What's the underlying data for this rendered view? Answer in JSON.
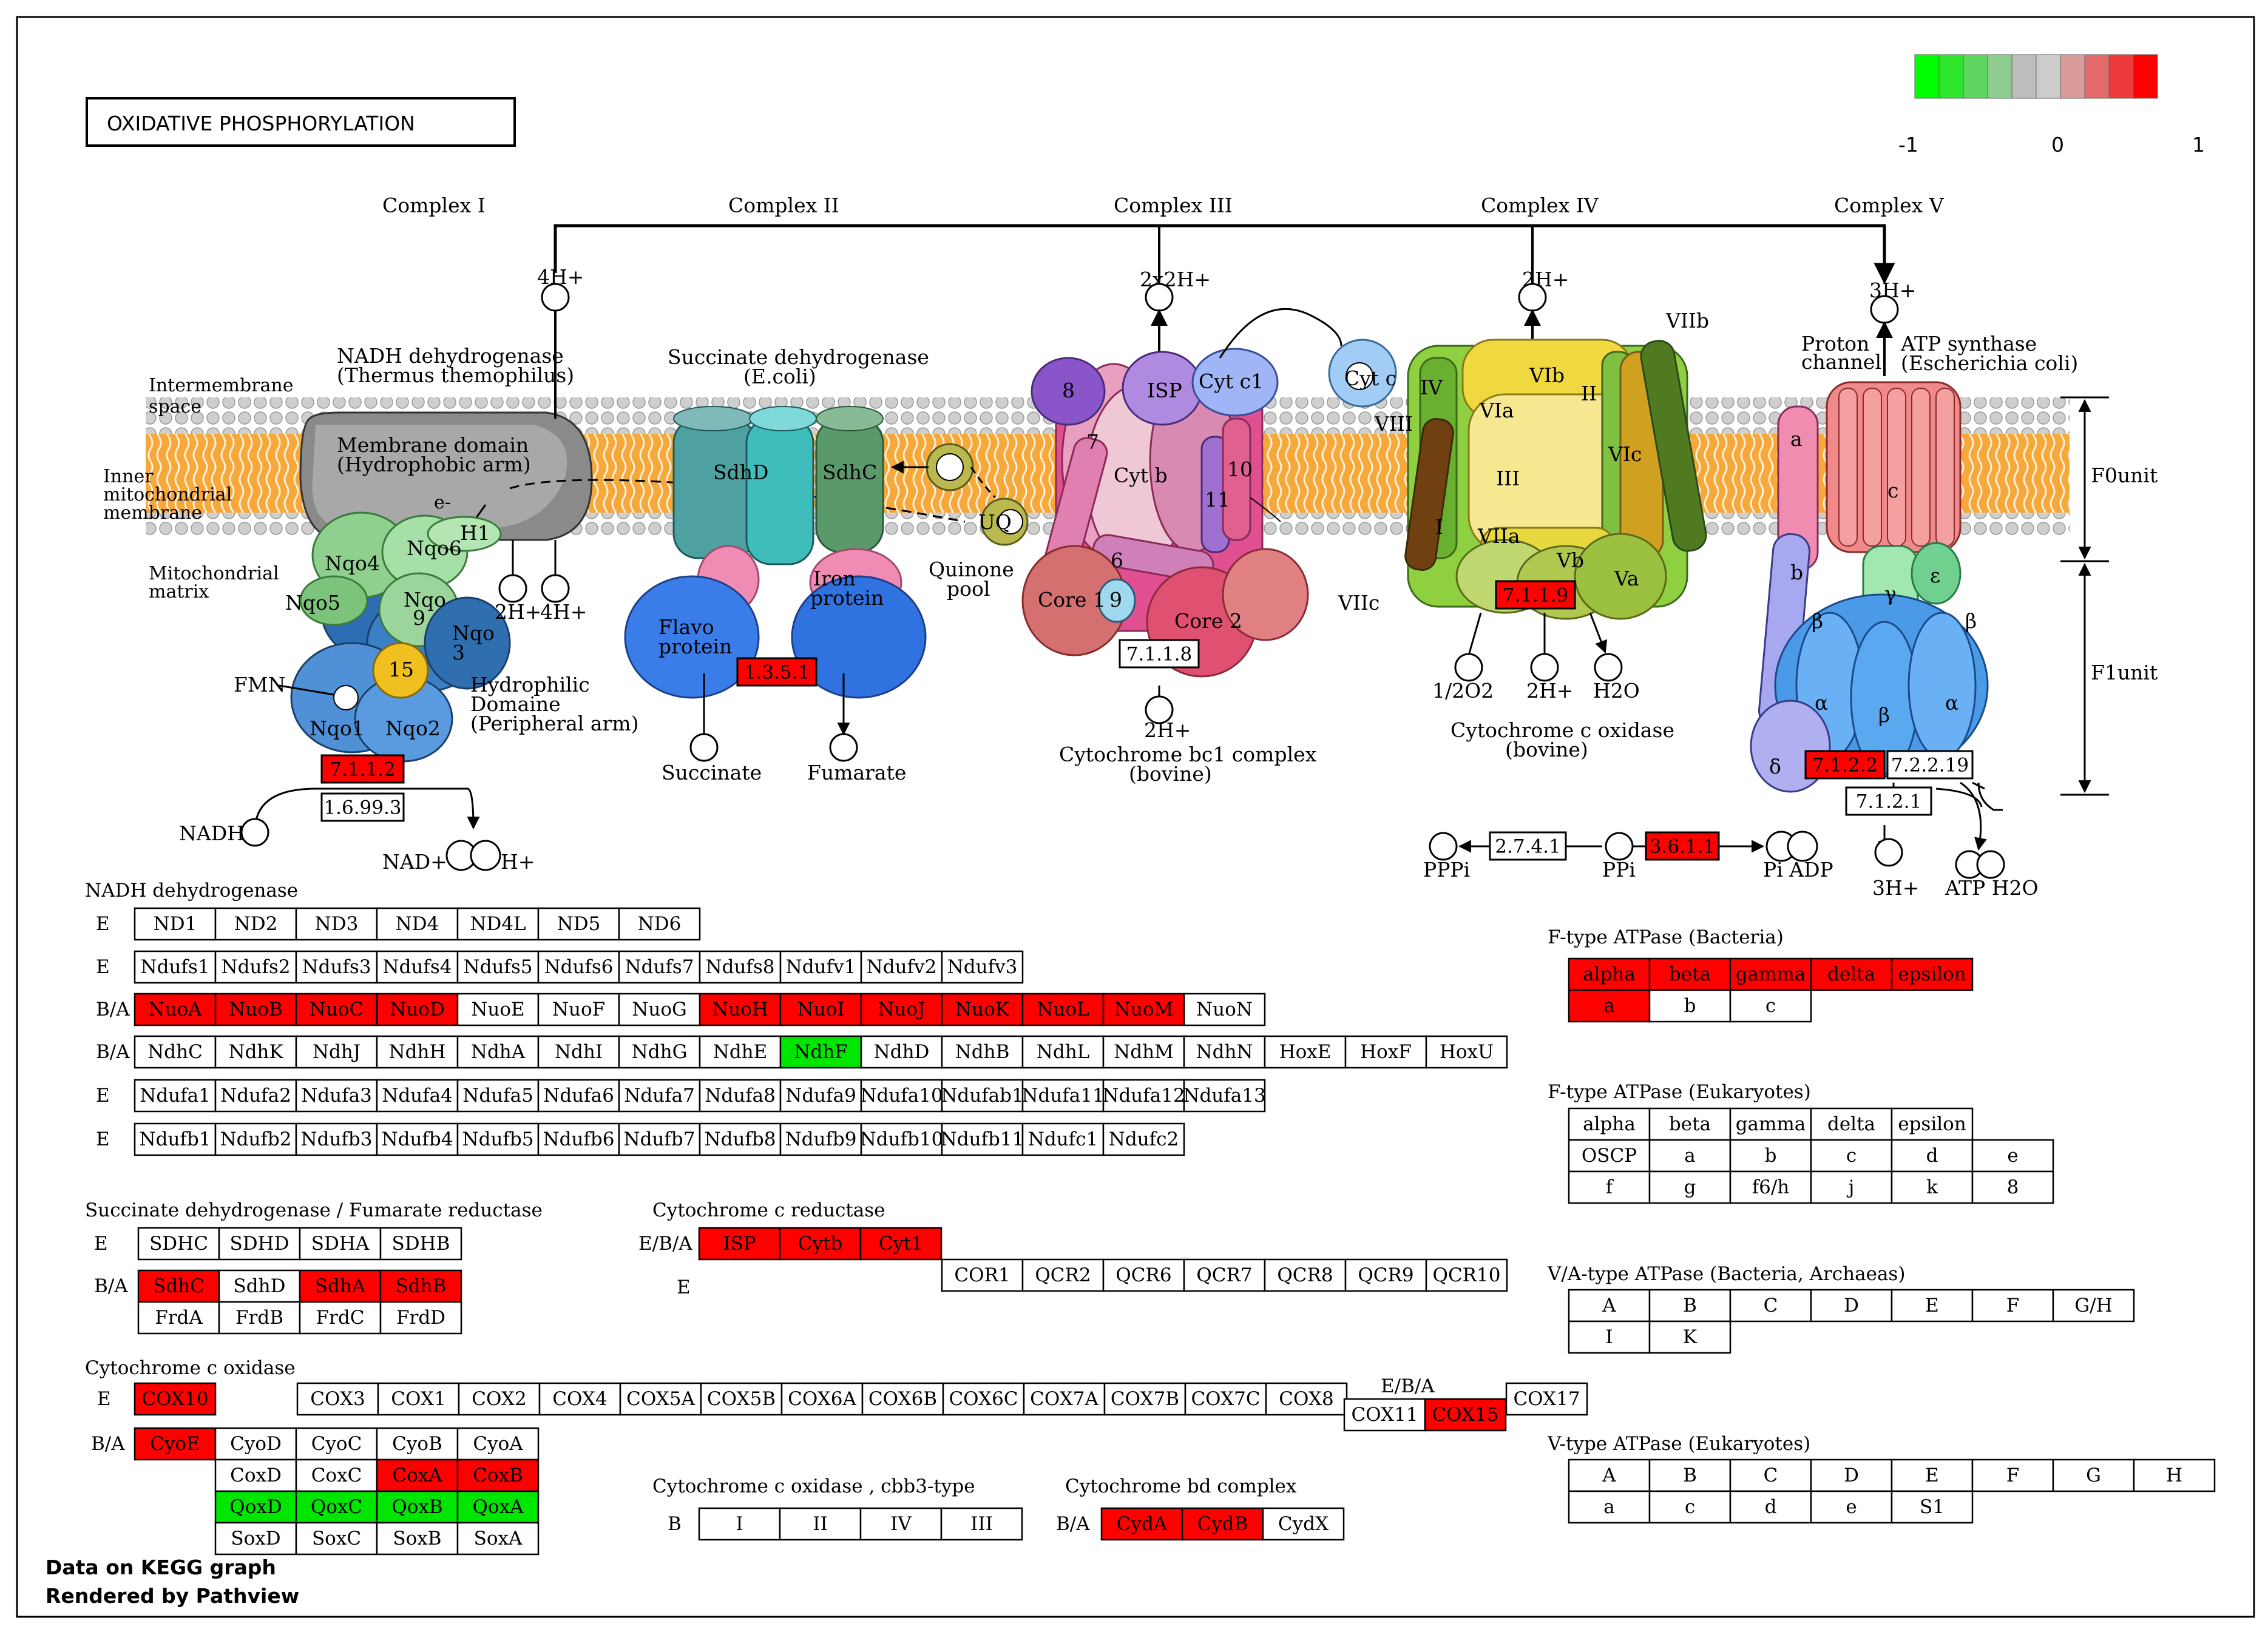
{
  "title": "OXIDATIVE PHOSPHORYLATION",
  "legend": {
    "min": "-1",
    "mid": "0",
    "max": "1",
    "colors": [
      "#00ff00",
      "#2ee62e",
      "#5fd65f",
      "#8fcc8f",
      "#bdbdbd",
      "#cccccc",
      "#d99a9a",
      "#e36b6b",
      "#ee3a3a",
      "#ff0000"
    ]
  },
  "colors": {
    "up": "#ff0000",
    "down": "#00e600",
    "none": "#ffffff",
    "membrane": "#f5a236",
    "lipid": "#c8c8c8"
  },
  "complexes": {
    "c1": "Complex I",
    "c2": "Complex II",
    "c3": "Complex III",
    "c4": "Complex IV",
    "c5": "Complex V"
  },
  "membrane_labels": {
    "inter": "Intermembrane\nspace",
    "inner": "Inner\nmitochondrial\nmembrane",
    "matrix": "Mitochondrial\nmatrix"
  },
  "c1_labels": {
    "name": "NADH dehydrogenase\n(Thermus themophilus)",
    "membrane_domain": "Membrane domain\n(Hydrophobic arm)",
    "hydrophilic": "Hydrophilic\nDomaine\n(Peripheral arm)",
    "e": "e-",
    "h1": "H1",
    "fmn": "FMN",
    "subunits": [
      "Nqo4",
      "Nqo6",
      "Nqo5",
      "Nqo\n9",
      "Nqo\n3",
      "15",
      "Nqo1",
      "Nqo2"
    ],
    "h_out": "4H+",
    "h_in1": "2H+",
    "h_in2": "4H+",
    "nadh": "NADH",
    "nad": "NAD+",
    "h": "H+"
  },
  "c2_labels": {
    "name": "Succinate dehydrogenase\n(E.coli)",
    "sdhd": "SdhD",
    "sdhc": "SdhC",
    "flavo": "Flavo\nprotein",
    "iron": "Iron\nprotein",
    "quinone": "Quinone\npool",
    "uq": "UQ",
    "succinate": "Succinate",
    "fumarate": "Fumarate"
  },
  "c3_labels": {
    "name": "Cytochrome bc1 complex\n(bovine)",
    "h_out": "2x2H+",
    "h_in": "2H+",
    "subunits": [
      "8",
      "ISP",
      "Cyt c1",
      "7",
      "Cyt b",
      "10",
      "11",
      "6",
      "9",
      "Core 1",
      "Core 2"
    ],
    "cytc": "Cyt c"
  },
  "c4_labels": {
    "name": "Cytochrome c oxidase\n(bovine)",
    "h_out": "2H+",
    "subunits": [
      "IV",
      "VIb",
      "VIIb",
      "VIII",
      "VIa",
      "II",
      "III",
      "VIc",
      "VIIa",
      "Vb",
      "Va",
      "I",
      "VIIc"
    ],
    "o2": "1/2O2",
    "h_in": "2H+",
    "h2o": "H2O"
  },
  "c5_labels": {
    "name": "ATP synthase\n(Escherichia coli)",
    "proton": "Proton\nchannel",
    "h_out": "3H+",
    "f0": "F0unit",
    "f1": "F1unit",
    "subunits": [
      "a",
      "c",
      "b",
      "γ",
      "ε",
      "β",
      "α",
      "β",
      "α",
      "δ"
    ],
    "pppi": "PPPi",
    "ppi": "PPi",
    "pi_adp": "Pi ADP",
    "h_in": "3H+",
    "atp_h2o": "ATP H2O"
  },
  "ec_boxes": [
    {
      "label": "7.1.1.2",
      "state": "up"
    },
    {
      "label": "1.6.99.3",
      "state": "none"
    },
    {
      "label": "1.3.5.1",
      "state": "up"
    },
    {
      "label": "7.1.1.8",
      "state": "none"
    },
    {
      "label": "7.1.1.9",
      "state": "up"
    },
    {
      "label": "7.1.2.2",
      "state": "up"
    },
    {
      "label": "7.2.2.19",
      "state": "none"
    },
    {
      "label": "7.1.2.1",
      "state": "none"
    },
    {
      "label": "2.7.4.1",
      "state": "none"
    },
    {
      "label": "3.6.1.1",
      "state": "up"
    }
  ],
  "tables": {
    "nadh": {
      "title": "NADH dehydrogenase",
      "rows": [
        {
          "tag": "E",
          "cells": [
            [
              "ND1",
              "n"
            ],
            [
              "ND2",
              "n"
            ],
            [
              "ND3",
              "n"
            ],
            [
              "ND4",
              "n"
            ],
            [
              "ND4L",
              "n"
            ],
            [
              "ND5",
              "n"
            ],
            [
              "ND6",
              "n"
            ]
          ]
        },
        {
          "tag": "E",
          "cells": [
            [
              "Ndufs1",
              "n"
            ],
            [
              "Ndufs2",
              "n"
            ],
            [
              "Ndufs3",
              "n"
            ],
            [
              "Ndufs4",
              "n"
            ],
            [
              "Ndufs5",
              "n"
            ],
            [
              "Ndufs6",
              "n"
            ],
            [
              "Ndufs7",
              "n"
            ],
            [
              "Ndufs8",
              "n"
            ],
            [
              "Ndufv1",
              "n"
            ],
            [
              "Ndufv2",
              "n"
            ],
            [
              "Ndufv3",
              "n"
            ]
          ]
        },
        {
          "tag": "B/A",
          "cells": [
            [
              "NuoA",
              "u"
            ],
            [
              "NuoB",
              "u"
            ],
            [
              "NuoC",
              "u"
            ],
            [
              "NuoD",
              "u"
            ],
            [
              "NuoE",
              "n"
            ],
            [
              "NuoF",
              "n"
            ],
            [
              "NuoG",
              "n"
            ],
            [
              "NuoH",
              "u"
            ],
            [
              "NuoI",
              "u"
            ],
            [
              "NuoJ",
              "u"
            ],
            [
              "NuoK",
              "u"
            ],
            [
              "NuoL",
              "u"
            ],
            [
              "NuoM",
              "u"
            ],
            [
              "NuoN",
              "n"
            ]
          ]
        },
        {
          "tag": "B/A",
          "cells": [
            [
              "NdhC",
              "n"
            ],
            [
              "NdhK",
              "n"
            ],
            [
              "NdhJ",
              "n"
            ],
            [
              "NdhH",
              "n"
            ],
            [
              "NdhA",
              "n"
            ],
            [
              "NdhI",
              "n"
            ],
            [
              "NdhG",
              "n"
            ],
            [
              "NdhE",
              "n"
            ],
            [
              "NdhF",
              "d"
            ],
            [
              "NdhD",
              "n"
            ],
            [
              "NdhB",
              "n"
            ],
            [
              "NdhL",
              "n"
            ],
            [
              "NdhM",
              "n"
            ],
            [
              "NdhN",
              "n"
            ],
            [
              "HoxE",
              "n"
            ],
            [
              "HoxF",
              "n"
            ],
            [
              "HoxU",
              "n"
            ]
          ]
        },
        {
          "tag": "E",
          "cells": [
            [
              "Ndufa1",
              "n"
            ],
            [
              "Ndufa2",
              "n"
            ],
            [
              "Ndufa3",
              "n"
            ],
            [
              "Ndufa4",
              "n"
            ],
            [
              "Ndufa5",
              "n"
            ],
            [
              "Ndufa6",
              "n"
            ],
            [
              "Ndufa7",
              "n"
            ],
            [
              "Ndufa8",
              "n"
            ],
            [
              "Ndufa9",
              "n"
            ],
            [
              "Ndufa10",
              "n"
            ],
            [
              "Ndufab1",
              "n"
            ],
            [
              "Ndufa11",
              "n"
            ],
            [
              "Ndufa12",
              "n"
            ],
            [
              "Ndufa13",
              "n"
            ]
          ]
        },
        {
          "tag": "E",
          "cells": [
            [
              "Ndufb1",
              "n"
            ],
            [
              "Ndufb2",
              "n"
            ],
            [
              "Ndufb3",
              "n"
            ],
            [
              "Ndufb4",
              "n"
            ],
            [
              "Ndufb5",
              "n"
            ],
            [
              "Ndufb6",
              "n"
            ],
            [
              "Ndufb7",
              "n"
            ],
            [
              "Ndufb8",
              "n"
            ],
            [
              "Ndufb9",
              "n"
            ],
            [
              "Ndufb10",
              "n"
            ],
            [
              "Ndufb11",
              "n"
            ],
            [
              "Ndufc1",
              "n"
            ],
            [
              "Ndufc2",
              "n"
            ]
          ]
        }
      ]
    },
    "sdh": {
      "title": "Succinate dehydrogenase / Fumarate reductase",
      "rows": [
        {
          "tag": "E",
          "cells": [
            [
              "SDHC",
              "n"
            ],
            [
              "SDHD",
              "n"
            ],
            [
              "SDHA",
              "n"
            ],
            [
              "SDHB",
              "n"
            ]
          ]
        },
        {
          "tag": "B/A",
          "cells": [
            [
              "SdhC",
              "u"
            ],
            [
              "SdhD",
              "n"
            ],
            [
              "SdhA",
              "u"
            ],
            [
              "SdhB",
              "u"
            ]
          ]
        },
        {
          "tag": "",
          "cells": [
            [
              "FrdA",
              "n"
            ],
            [
              "FrdB",
              "n"
            ],
            [
              "FrdC",
              "n"
            ],
            [
              "FrdD",
              "n"
            ]
          ]
        }
      ]
    },
    "cytred": {
      "title": "Cytochrome c reductase",
      "rows": [
        {
          "tag": "E/B/A",
          "cells": [
            [
              "ISP",
              "u"
            ],
            [
              "Cytb",
              "u"
            ],
            [
              "Cyt1",
              "u"
            ]
          ]
        },
        {
          "tag": "E",
          "cells": [
            [
              "COR1",
              "n"
            ],
            [
              "QCR2",
              "n"
            ],
            [
              "QCR6",
              "n"
            ],
            [
              "QCR7",
              "n"
            ],
            [
              "QCR8",
              "n"
            ],
            [
              "QCR9",
              "n"
            ],
            [
              "QCR10",
              "n"
            ]
          ]
        }
      ]
    },
    "cox": {
      "title": "Cytochrome c oxidase",
      "rows": [
        {
          "tag": "E",
          "cells": [
            [
              "COX10",
              "u"
            ]
          ]
        },
        {
          "tag": "",
          "cells": [
            [
              "COX3",
              "n"
            ],
            [
              "COX1",
              "n"
            ],
            [
              "COX2",
              "n"
            ],
            [
              "COX4",
              "n"
            ],
            [
              "COX5A",
              "n"
            ],
            [
              "COX5B",
              "n"
            ],
            [
              "COX6A",
              "n"
            ],
            [
              "COX6B",
              "n"
            ],
            [
              "COX6C",
              "n"
            ],
            [
              "COX7A",
              "n"
            ],
            [
              "COX7B",
              "n"
            ],
            [
              "COX7C",
              "n"
            ],
            [
              "COX8",
              "n"
            ]
          ]
        },
        {
          "tag": "E/B/A",
          "cells": [
            [
              "COX11",
              "n"
            ],
            [
              "COX15",
              "u"
            ]
          ]
        },
        {
          "tag": "",
          "cells": [
            [
              "COX17",
              "n"
            ]
          ]
        },
        {
          "tag": "B/A",
          "cells": [
            [
              "CyoE",
              "u"
            ],
            [
              "CyoD",
              "n"
            ],
            [
              "CyoC",
              "n"
            ],
            [
              "CyoB",
              "n"
            ],
            [
              "CyoA",
              "n"
            ]
          ]
        },
        {
          "tag": "",
          "cells": [
            [
              "CoxD",
              "n"
            ],
            [
              "CoxC",
              "n"
            ],
            [
              "CoxA",
              "u"
            ],
            [
              "CoxB",
              "u"
            ]
          ]
        },
        {
          "tag": "",
          "cells": [
            [
              "QoxD",
              "d"
            ],
            [
              "QoxC",
              "d"
            ],
            [
              "QoxB",
              "d"
            ],
            [
              "QoxA",
              "d"
            ]
          ]
        },
        {
          "tag": "",
          "cells": [
            [
              "SoxD",
              "n"
            ],
            [
              "SoxC",
              "n"
            ],
            [
              "SoxB",
              "n"
            ],
            [
              "SoxA",
              "n"
            ]
          ]
        }
      ]
    },
    "cbb3": {
      "title": "Cytochrome c oxidase , cbb3-type",
      "rows": [
        {
          "tag": "B",
          "cells": [
            [
              "I",
              "n"
            ],
            [
              "II",
              "n"
            ],
            [
              "IV",
              "n"
            ],
            [
              "III",
              "n"
            ]
          ]
        }
      ]
    },
    "cytbd": {
      "title": "Cytochrome bd complex",
      "rows": [
        {
          "tag": "B/A",
          "cells": [
            [
              "CydA",
              "u"
            ],
            [
              "CydB",
              "u"
            ],
            [
              "CydX",
              "n"
            ]
          ]
        }
      ]
    },
    "ftype_bac": {
      "title": "F-type ATPase (Bacteria)",
      "rows": [
        {
          "tag": "",
          "cells": [
            [
              "alpha",
              "u"
            ],
            [
              "beta",
              "u"
            ],
            [
              "gamma",
              "u"
            ],
            [
              "delta",
              "u"
            ],
            [
              "epsilon",
              "u"
            ]
          ]
        },
        {
          "tag": "",
          "cells": [
            [
              "a",
              "u"
            ],
            [
              "b",
              "n"
            ],
            [
              "c",
              "n"
            ]
          ]
        }
      ]
    },
    "ftype_euk": {
      "title": "F-type ATPase (Eukaryotes)",
      "rows": [
        {
          "tag": "",
          "cells": [
            [
              "alpha",
              "n"
            ],
            [
              "beta",
              "n"
            ],
            [
              "gamma",
              "n"
            ],
            [
              "delta",
              "n"
            ],
            [
              "epsilon",
              "n"
            ]
          ]
        },
        {
          "tag": "",
          "cells": [
            [
              "OSCP",
              "n"
            ],
            [
              "a",
              "n"
            ],
            [
              "b",
              "n"
            ],
            [
              "c",
              "n"
            ],
            [
              "d",
              "n"
            ],
            [
              "e",
              "n"
            ]
          ]
        },
        {
          "tag": "",
          "cells": [
            [
              "f",
              "n"
            ],
            [
              "g",
              "n"
            ],
            [
              "f6/h",
              "n"
            ],
            [
              "j",
              "n"
            ],
            [
              "k",
              "n"
            ],
            [
              "8",
              "n"
            ]
          ]
        }
      ]
    },
    "va": {
      "title": "V/A-type ATPase (Bacteria, Archaeas)",
      "rows": [
        {
          "tag": "",
          "cells": [
            [
              "A",
              "n"
            ],
            [
              "B",
              "n"
            ],
            [
              "C",
              "n"
            ],
            [
              "D",
              "n"
            ],
            [
              "E",
              "n"
            ],
            [
              "F",
              "n"
            ],
            [
              "G/H",
              "n"
            ]
          ]
        },
        {
          "tag": "",
          "cells": [
            [
              "I",
              "n"
            ],
            [
              "K",
              "n"
            ]
          ]
        }
      ]
    },
    "vtype": {
      "title": "V-type ATPase (Eukaryotes)",
      "rows": [
        {
          "tag": "",
          "cells": [
            [
              "A",
              "n"
            ],
            [
              "B",
              "n"
            ],
            [
              "C",
              "n"
            ],
            [
              "D",
              "n"
            ],
            [
              "E",
              "n"
            ],
            [
              "F",
              "n"
            ],
            [
              "G",
              "n"
            ],
            [
              "H",
              "n"
            ]
          ]
        },
        {
          "tag": "",
          "cells": [
            [
              "a",
              "n"
            ],
            [
              "c",
              "n"
            ],
            [
              "d",
              "n"
            ],
            [
              "e",
              "n"
            ],
            [
              "S1",
              "n"
            ]
          ]
        }
      ]
    }
  },
  "footer": {
    "line1": "Data on KEGG graph",
    "line2": "Rendered by Pathview"
  }
}
